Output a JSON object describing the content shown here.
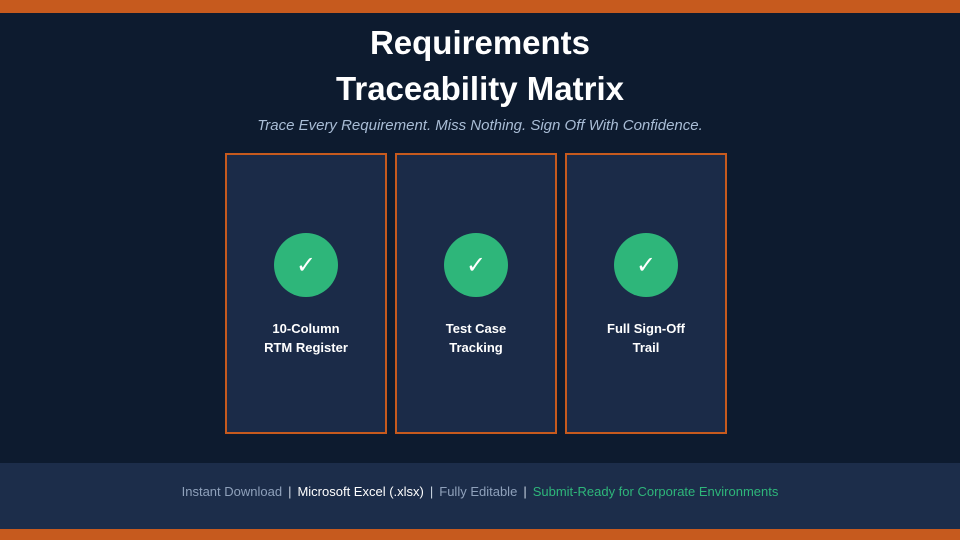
{
  "title": {
    "line1": "Requirements",
    "line2": "Traceability Matrix"
  },
  "subtitle": "Trace Every Requirement. Miss Nothing. Sign Off With Confidence.",
  "cards": [
    {
      "icon": "check-icon",
      "check_glyph": "✓",
      "label_line1": "10-Column",
      "label_line2": "RTM Register"
    },
    {
      "icon": "check-icon",
      "check_glyph": "✓",
      "label_line1": "Test Case",
      "label_line2": "Tracking"
    },
    {
      "icon": "check-icon",
      "check_glyph": "✓",
      "label_line1": "Full Sign-Off",
      "label_line2": "Trail"
    }
  ],
  "footer": {
    "item1": "Instant Download",
    "item2": "Microsoft Excel (.xlsx)",
    "item3": "Fully Editable",
    "item4": "Submit-Ready for Corporate Environments",
    "separator": "|"
  },
  "colors": {
    "background": "#0d1b2f",
    "accent": "#c65a1e",
    "card": "#1b2b48",
    "check": "#2eb67a",
    "footer": "#1c2d4a"
  }
}
